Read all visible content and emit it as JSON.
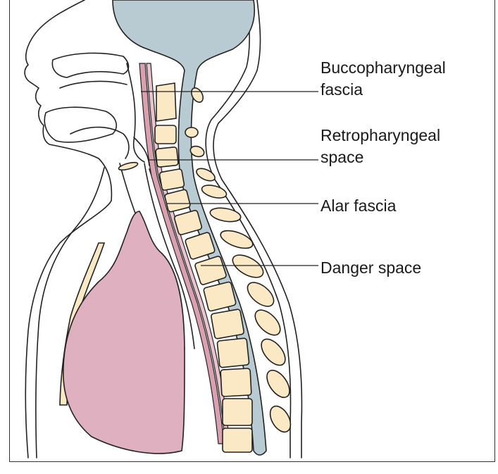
{
  "labels": {
    "buccopharyngeal_line1": "Buccopharyngeal",
    "buccopharyngeal_line2": "fascia",
    "retropharyngeal_line1": "Retropharyngeal",
    "retropharyngeal_line2": "space",
    "alar": "Alar fascia",
    "danger": "Danger space"
  },
  "colors": {
    "outline": "#222222",
    "csf_blue": "#b9cbd2",
    "bone_cream": "#fbe8c4",
    "lung_pink": "#dfb0c0",
    "fascia_pink": "#d9a0b0"
  }
}
